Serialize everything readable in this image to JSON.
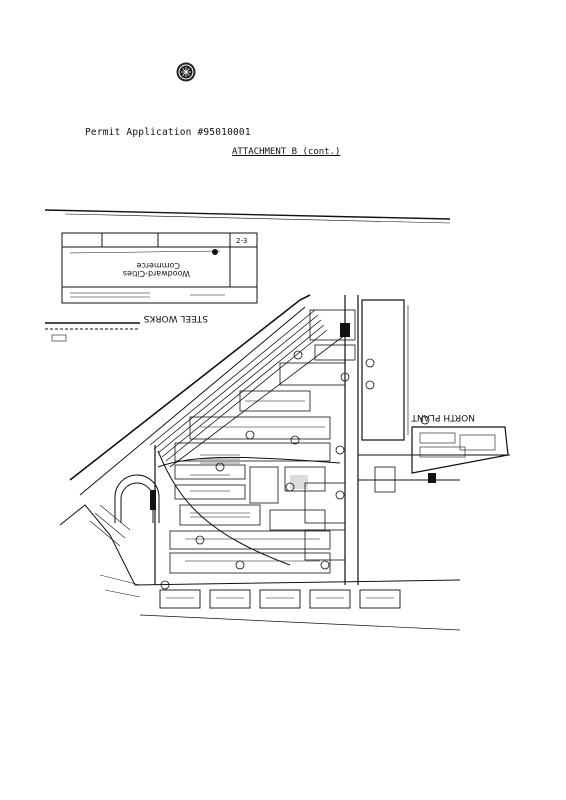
{
  "header": {
    "permit_line": "Permit Application #95010001",
    "attachment_line": "ATTACHMENT B (cont.)"
  },
  "map": {
    "title_block": {
      "company": "Commerce",
      "company_line2": "Woodward-Cities",
      "sheet": "2-3"
    },
    "labels": {
      "steel_works": "STEEL WORKS",
      "north_plant": "NORTH PLANT"
    },
    "icons": [
      "seal-icon"
    ]
  }
}
